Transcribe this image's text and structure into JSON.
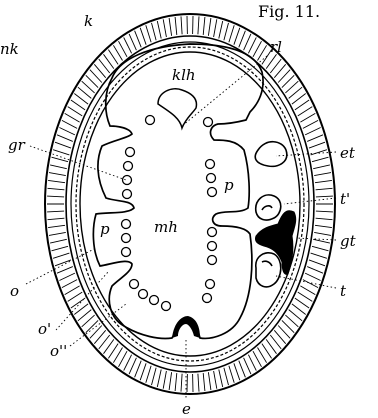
{
  "figure": {
    "caption": "Fig. 11."
  },
  "labels": {
    "nk": "nk",
    "k": "k",
    "klh": "klh",
    "rl": "rl",
    "gr": "gr",
    "et": "et",
    "p_right": "p",
    "t_prime": "t'",
    "mh": "mh",
    "p_left": "p",
    "gt": "gt",
    "o": "o",
    "o_prime": "o'",
    "t": "t",
    "o_double_prime": "o''",
    "e": "e"
  },
  "colors": {
    "ink": "#000000",
    "paper": "#ffffff"
  }
}
